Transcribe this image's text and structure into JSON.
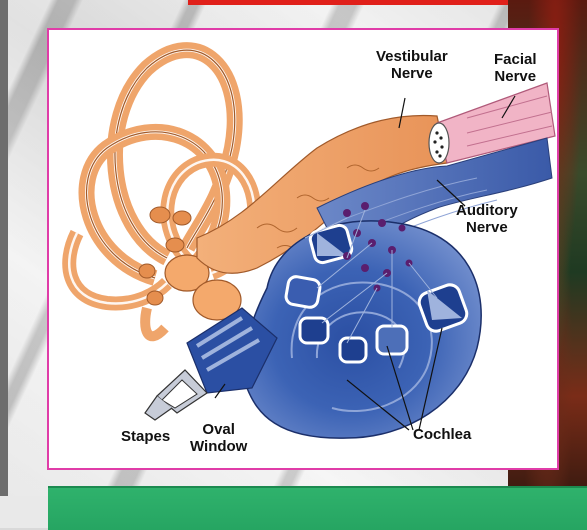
{
  "labels": {
    "vestibular_nerve": [
      "Vestibular",
      "Nerve"
    ],
    "facial_nerve": [
      "Facial",
      "Nerve"
    ],
    "auditory_nerve": [
      "Auditory",
      "Nerve"
    ],
    "stapes": "Stapes",
    "oval_window": [
      "Oval",
      "Window"
    ],
    "cochlea": "Cochlea"
  },
  "colors": {
    "nerve_orange": "#f0a468",
    "canal_outline": "#a15a2a",
    "cochlea_dark": "#1e3f8f",
    "cochlea_mid": "#4d6fb8",
    "cochlea_light": "#9fb3dd",
    "facial_pink": "#f1b4c6",
    "panel_border": "#e03ca8",
    "bottom_bar": "#2fb26c",
    "top_bar": "#e0201a"
  },
  "icons": {
    "stapes": "stapes-icon",
    "cochlea": "cochlea-icon",
    "canals": "semicircular-canals-icon"
  }
}
